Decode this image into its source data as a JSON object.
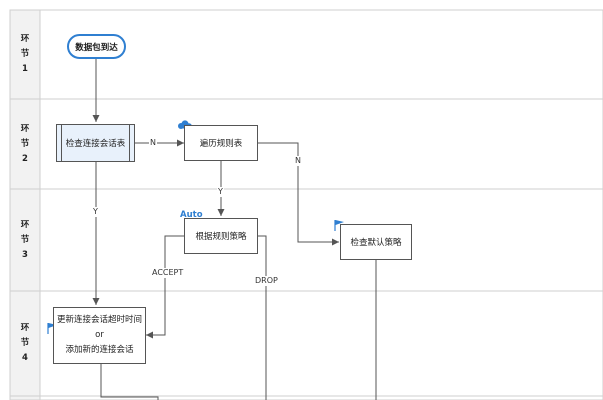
{
  "lanes": [
    {
      "label_chars": [
        "环",
        "节",
        "1"
      ]
    },
    {
      "label_chars": [
        "环",
        "节",
        "2"
      ]
    },
    {
      "label_chars": [
        "环",
        "节",
        "3"
      ]
    },
    {
      "label_chars": [
        "环",
        "节",
        "4"
      ]
    }
  ],
  "nodes": {
    "start": "数据包到达",
    "check_session": "检查连接会话表",
    "traverse_rules": "遍历规则表",
    "rule_policy": "根据规则策略",
    "default_policy": "检查默认策略",
    "update_session": [
      "更新连接会话超时时间",
      "or",
      "添加新的连接会话"
    ]
  },
  "edges": {
    "session_no": "N",
    "session_yes": "Y",
    "rules_yes": "Y",
    "rules_no": "N",
    "accept": "ACCEPT",
    "drop": "DROP"
  },
  "tags": {
    "auto": "Auto"
  },
  "colors": {
    "accent": "#2f7fd1",
    "subprocess_fill": "#e8f1fb",
    "lane_header": "#f2f2f2",
    "grid_line": "#cfcfcf",
    "edge": "#555555"
  }
}
